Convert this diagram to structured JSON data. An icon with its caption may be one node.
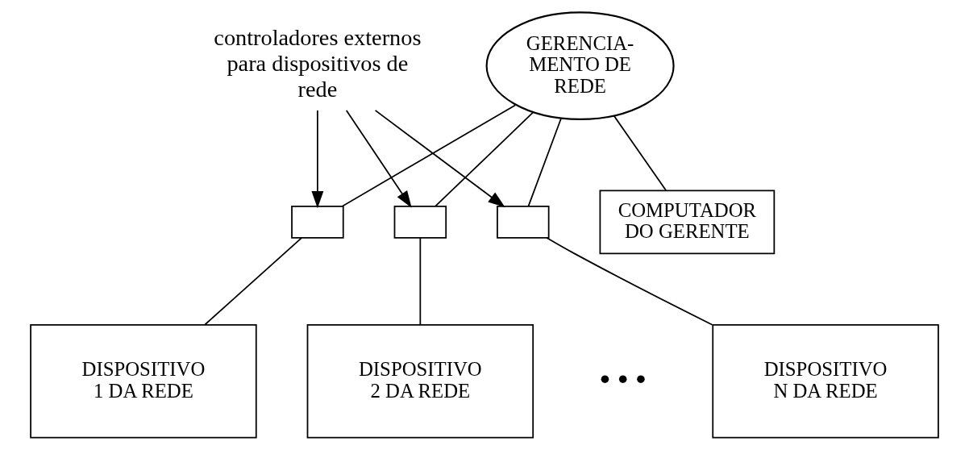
{
  "diagram": {
    "nodes": [
      {
        "text": [
          "GERENCIA- MENTO DE REDE"
        ]
      },
      {
        "text": [
          "controladores externos para dispositivos de rede"
        ]
      },
      {
        "text": [],
        "shape": "box"
      },
      {
        "text": [],
        "shape": "box"
      },
      {
        "text": [],
        "shape": "box"
      },
      {
        "text": [
          "COMPUTADOR DO GERENTE"
        ]
      },
      {
        "text": [
          "DISPOSITIVO 1 DA REDE"
        ]
      },
      {
        "text": [
          "DISPOSITIVO 2 DA REDE"
        ]
      },
      {
        "text": [
          "DISPOSITIVO N DA REDE"
        ]
      }
    ],
    "edges": [
      {
        "from": 0,
        "to": 2,
        "arrow": "none"
      },
      {
        "from": 0,
        "to": 3,
        "arrow": "none"
      },
      {
        "from": 0,
        "to": 4,
        "arrow": "none"
      },
      {
        "from": 0,
        "to": 5,
        "arrow": "none"
      },
      {
        "from": 1,
        "to": 2,
        "arrow": "to"
      },
      {
        "from": 1,
        "to": 3,
        "arrow": "to"
      },
      {
        "from": 1,
        "to": 4,
        "arrow": "to"
      },
      {
        "from": 2,
        "to": 6,
        "arrow": "none"
      },
      {
        "from": 3,
        "to": 7,
        "arrow": "none"
      },
      {
        "from": 4,
        "to": 8,
        "arrow": "none"
      }
    ],
    "labels": [
      "• • •"
    ]
  }
}
